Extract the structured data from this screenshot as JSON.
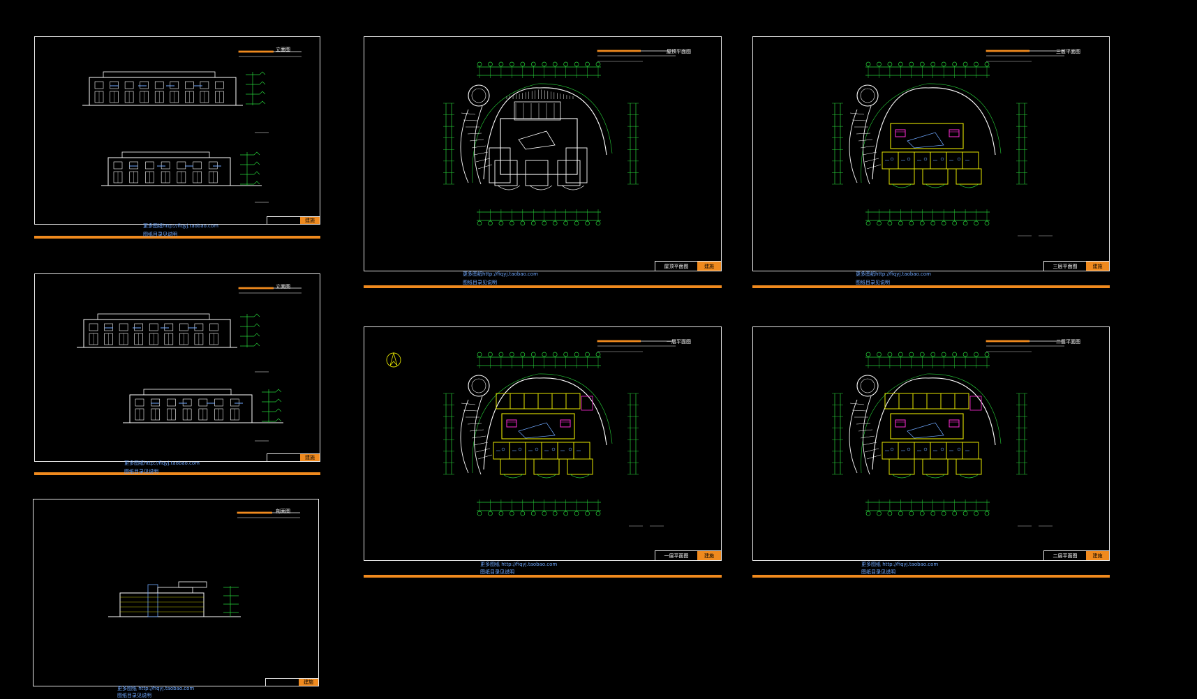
{
  "colors": {
    "background": "#000000",
    "frame": "#e8e8e8",
    "accent": "#f08a1e",
    "grid": "#27d43a",
    "wall": "#ffffff",
    "room": "#e6e600",
    "highlight": "#ff2bd6",
    "link": "#6fa8ff"
  },
  "sheets": [
    {
      "id": "elev-1",
      "kind": "elevation",
      "title": "立面图",
      "wm1": "更多图纸http://fiqyj.taobao.com",
      "wm2": "图纸目录见说明"
    },
    {
      "id": "elev-2",
      "kind": "elevation",
      "title": "立面图",
      "wm1": "更多图纸http://fiqyj.taobao.com",
      "wm2": "图纸目录见说明"
    },
    {
      "id": "section-1",
      "kind": "section",
      "title": "剖面图",
      "wm1": "更多图纸 http://fiqyj.taobao.com",
      "wm2": "图纸目录见说明"
    },
    {
      "id": "plan-roof",
      "kind": "plan",
      "title": "屋顶平面图",
      "block": "屋顶平面图",
      "wm1": "更多图纸http://fiqyj.taobao.com",
      "wm2": "图纸目录见说明"
    },
    {
      "id": "plan-3f",
      "kind": "plan",
      "title": "三层平面图",
      "block": "三层平面图",
      "wm1": "更多图纸http://fiqyj.taobao.com",
      "wm2": "图纸目录见说明"
    },
    {
      "id": "plan-1f",
      "kind": "plan",
      "title": "一层平面图",
      "block": "一层平面图",
      "wm1": "更多图纸 http://fiqyj.taobao.com",
      "wm2": "图纸目录见说明"
    },
    {
      "id": "plan-2f",
      "kind": "plan",
      "title": "二层平面图",
      "block": "二层平面图",
      "wm1": "更多图纸 http://fiqyj.taobao.com",
      "wm2": "图纸目录见说明"
    }
  ],
  "block_stamp": "建施"
}
